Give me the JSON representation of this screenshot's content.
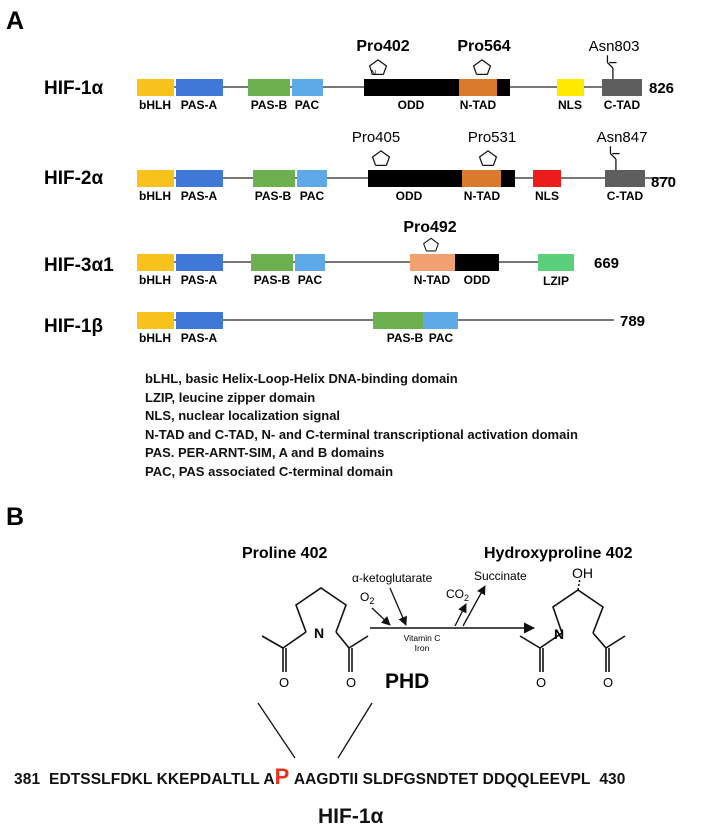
{
  "panels": {
    "a": "A",
    "b": "B"
  },
  "colors": {
    "bHLH": "#f6c21b",
    "PAS-A": "#3f78d6",
    "PAS-B": "#6cb04f",
    "PAC": "#5ea9e8",
    "ODD": "#000000",
    "N-TAD": "#d97a2c",
    "N-TAD-3": "#f1a070",
    "NLS-1": "#ffea00",
    "NLS-2": "#ec1c1c",
    "C-TAD": "#5e5e5e",
    "LZIP": "#5ad07a",
    "hydroxyl-site": "#e8321e"
  },
  "proteins": [
    {
      "name": "HIF-1α",
      "length": "826",
      "domains": [
        {
          "label": "bHLH",
          "color": "#f6c21b"
        },
        {
          "label": "PAS-A",
          "color": "#3f78d6"
        },
        {
          "label": "PAS-B",
          "color": "#6cb04f"
        },
        {
          "label": "PAC",
          "color": "#5ea9e8"
        },
        {
          "label": "ODD",
          "color": "#000000"
        },
        {
          "label": "N-TAD",
          "color": "#d97a2c"
        },
        {
          "label": "NLS",
          "color": "#ffea00"
        },
        {
          "label": "C-TAD",
          "color": "#5e5e5e"
        }
      ],
      "residues": [
        "Pro402",
        "Pro564",
        "Asn803"
      ]
    },
    {
      "name": "HIF-2α",
      "length": "870",
      "domains": [
        {
          "label": "bHLH",
          "color": "#f6c21b"
        },
        {
          "label": "PAS-A",
          "color": "#3f78d6"
        },
        {
          "label": "PAS-B",
          "color": "#6cb04f"
        },
        {
          "label": "PAC",
          "color": "#5ea9e8"
        },
        {
          "label": "ODD",
          "color": "#000000"
        },
        {
          "label": "N-TAD",
          "color": "#d97a2c"
        },
        {
          "label": "NLS",
          "color": "#ec1c1c"
        },
        {
          "label": "C-TAD",
          "color": "#5e5e5e"
        }
      ],
      "residues": [
        "Pro405",
        "Pro531",
        "Asn847"
      ]
    },
    {
      "name": "HIF-3α1",
      "length": "669",
      "domains": [
        {
          "label": "bHLH",
          "color": "#f6c21b"
        },
        {
          "label": "PAS-A",
          "color": "#3f78d6"
        },
        {
          "label": "PAS-B",
          "color": "#6cb04f"
        },
        {
          "label": "PAC",
          "color": "#5ea9e8"
        },
        {
          "label": "N-TAD",
          "color": "#f1a070"
        },
        {
          "label": "ODD",
          "color": "#000000"
        },
        {
          "label": "LZIP",
          "color": "#5ad07a"
        }
      ],
      "residues": [
        "Pro492"
      ]
    },
    {
      "name": "HIF-1β",
      "length": "789",
      "domains": [
        {
          "label": "bHLH",
          "color": "#f6c21b"
        },
        {
          "label": "PAS-A",
          "color": "#3f78d6"
        },
        {
          "label": "PAS-B",
          "color": "#6cb04f"
        },
        {
          "label": "PAC",
          "color": "#5ea9e8"
        }
      ],
      "residues": []
    }
  ],
  "legend": [
    "bLHL, basic Helix-Loop-Helix DNA-binding domain",
    "LZIP, leucine zipper domain",
    "NLS, nuclear localization signal",
    "N-TAD and C-TAD, N- and C-terminal transcriptional activation domain",
    "PAS. PER-ARNT-SIM, A and B domains",
    "PAC, PAS associated C-terminal domain"
  ],
  "reaction": {
    "substrate": "Proline 402",
    "product": "Hydroxyproline 402",
    "cosubstrate": "α-ketoglutarate",
    "oxygen": "O",
    "oxygen_sub": "2",
    "byproduct": "Succinate",
    "co2": "CO",
    "co2_sub": "2",
    "cofactor1": "Vitamin C",
    "cofactor2": "Iron",
    "enzyme": "PHD",
    "hydroxyl": "OH",
    "atom_n": "N",
    "atom_o": "O"
  },
  "sequence": {
    "start": "381",
    "before": "EDTSSLFDKL KKEPDALTLL A",
    "site": "P",
    "after": "AAGDTII SLDFGSNDTET DDQQLEEVPL",
    "end": "430",
    "protein": "HIF-1α"
  }
}
